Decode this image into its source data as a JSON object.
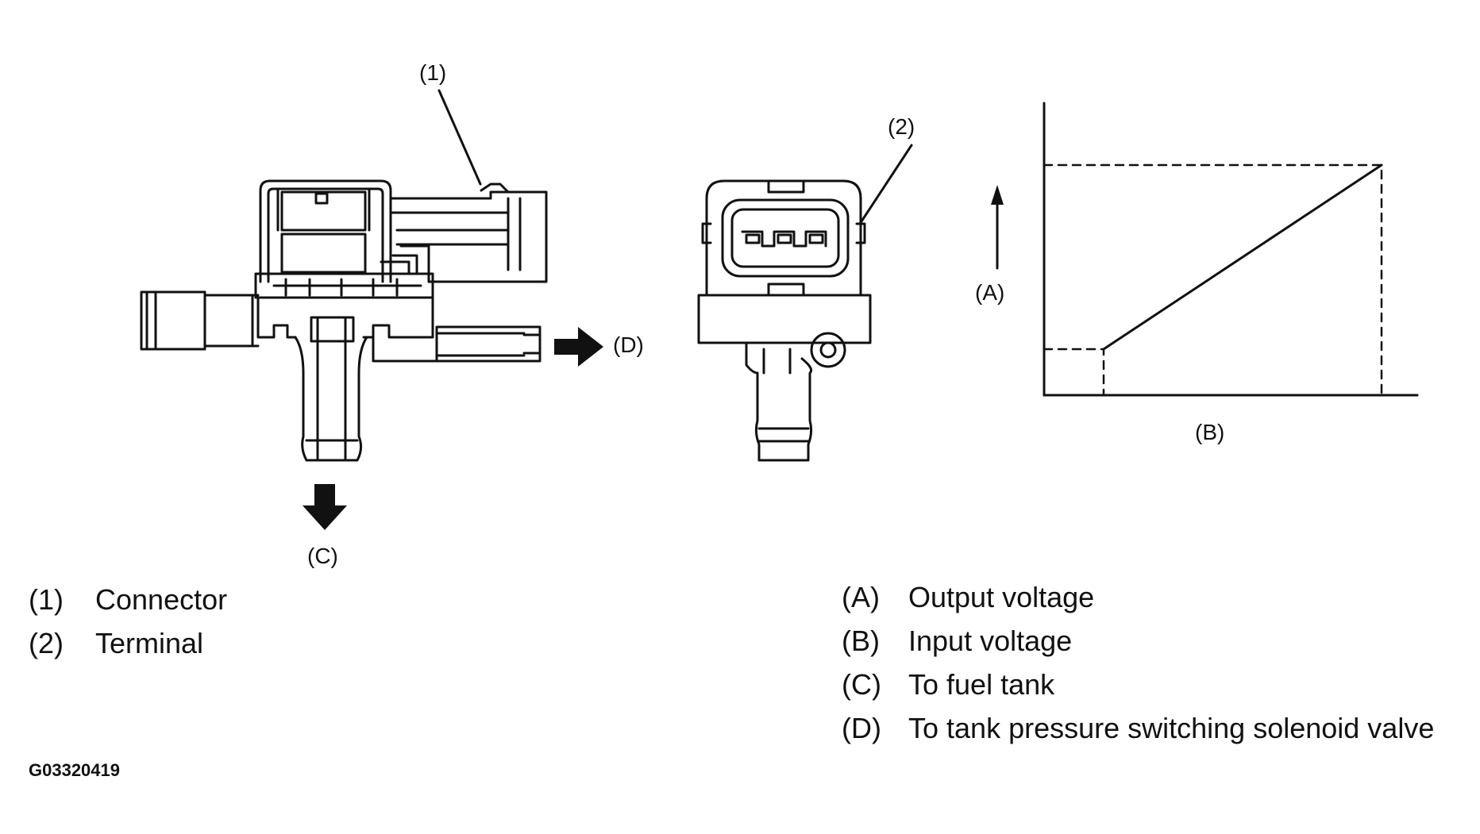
{
  "callouts": {
    "c1": "(1)",
    "c2": "(2)",
    "cA": "(A)",
    "cB": "(B)",
    "cC": "(C)",
    "cD": "(D)"
  },
  "legend_left": [
    {
      "key": "(1)",
      "text": "Connector"
    },
    {
      "key": "(2)",
      "text": "Terminal"
    }
  ],
  "legend_right": [
    {
      "key": "(A)",
      "text": "Output voltage"
    },
    {
      "key": "(B)",
      "text": "Input voltage"
    },
    {
      "key": "(C)",
      "text": "To fuel tank"
    },
    {
      "key": "(D)",
      "text": "To tank pressure switching solenoid valve"
    }
  ],
  "figure_id": "G03320419",
  "colors": {
    "ink": "#111111",
    "background": "#ffffff"
  }
}
